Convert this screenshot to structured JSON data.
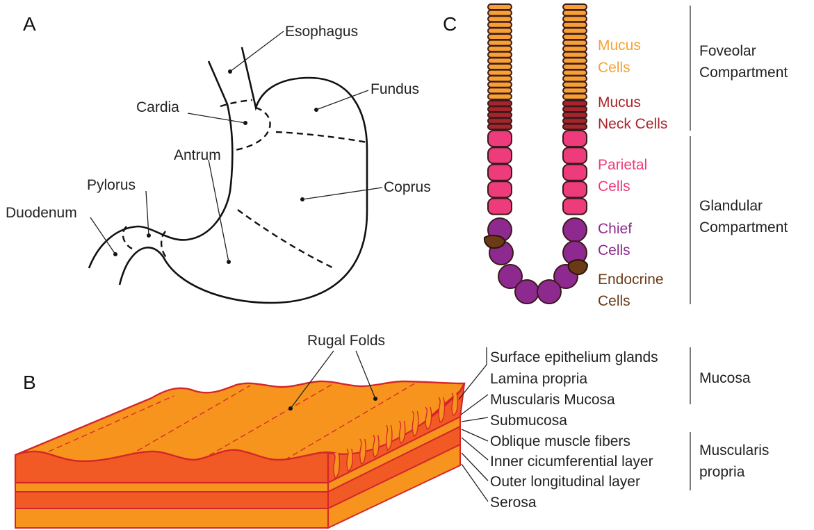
{
  "panels": {
    "a": "A",
    "b": "B",
    "c": "C"
  },
  "stomach": {
    "esophagus": "Esophagus",
    "cardia": "Cardia",
    "fundus": "Fundus",
    "antrum": "Antrum",
    "pylorus": "Pylorus",
    "duodenum": "Duodenum",
    "corpus": "Coprus"
  },
  "gland": {
    "mucus_1": "Mucus",
    "mucus_2": "Cells",
    "neck_1": "Mucus",
    "neck_2": "Neck Cells",
    "parietal_1": "Parietal",
    "parietal_2": "Cells",
    "chief_1": "Chief",
    "chief_2": "Cells",
    "endo_1": "Endocrine",
    "endo_2": "Cells",
    "foveolar_1": "Foveolar",
    "foveolar_2": "Compartment",
    "glandular_1": "Glandular",
    "glandular_2": "Compartment"
  },
  "wall": {
    "rugal": "Rugal Folds",
    "surface": "Surface epithelium glands",
    "lamina": "Lamina propria",
    "musc_mucosa": "Muscularis Mucosa",
    "submucosa": "Submucosa",
    "oblique": "Oblique muscle fibers",
    "inner": "Inner cicumferential layer",
    "outer": "Outer longitudinal layer",
    "serosa": "Serosa",
    "mucosa_group": "Mucosa",
    "mp_1": "Muscularis",
    "mp_2": "propria"
  },
  "colors": {
    "mucus": "#f7a134",
    "neck": "#a8242c",
    "parietal": "#ee3b7c",
    "chief": "#8e2a8f",
    "endocrine": "#6b3a16",
    "tissue_orange": "#f7941d",
    "tissue_dark": "#f15a24",
    "tissue_edge": "#d4262a"
  }
}
